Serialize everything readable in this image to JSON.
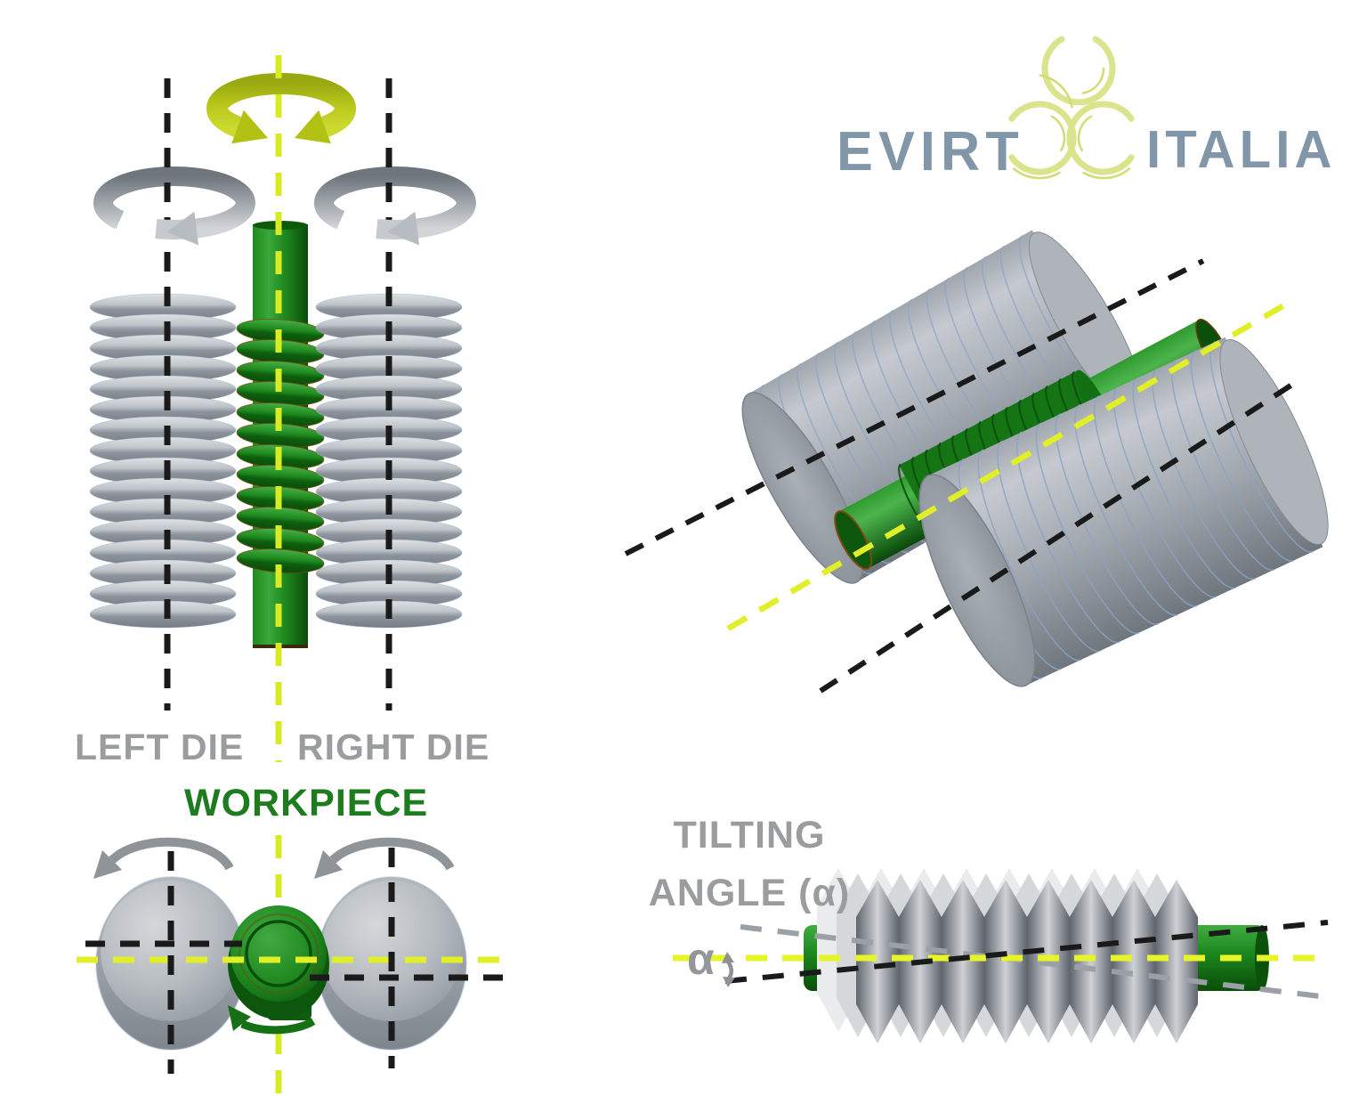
{
  "logo": {
    "word_left": "EVIRT",
    "word_right": "ITALIA"
  },
  "front_view": {
    "left_die_label": "LEFT DIE",
    "right_die_label": "RIGHT DIE",
    "workpiece_label": "WORKPIECE"
  },
  "tilting_view": {
    "title_line1": "TILTING",
    "title_line2": "ANGLE (α)",
    "alpha_symbol": "α"
  },
  "colors": {
    "workpiece_green": "#1d8a1d",
    "die_gray": "#9aa1a8",
    "rotation_ring_yellow": "#b7c51a",
    "axis_dash_yellow": "#e0ef28",
    "axis_dash_black": "#1a1a1a",
    "axis_dash_gray": "#9aa0a5",
    "label_gray": "#9a9c9e",
    "label_green": "#1d7c1d",
    "logo_text": "#8296a9",
    "logo_arc": "#d9e48c"
  }
}
